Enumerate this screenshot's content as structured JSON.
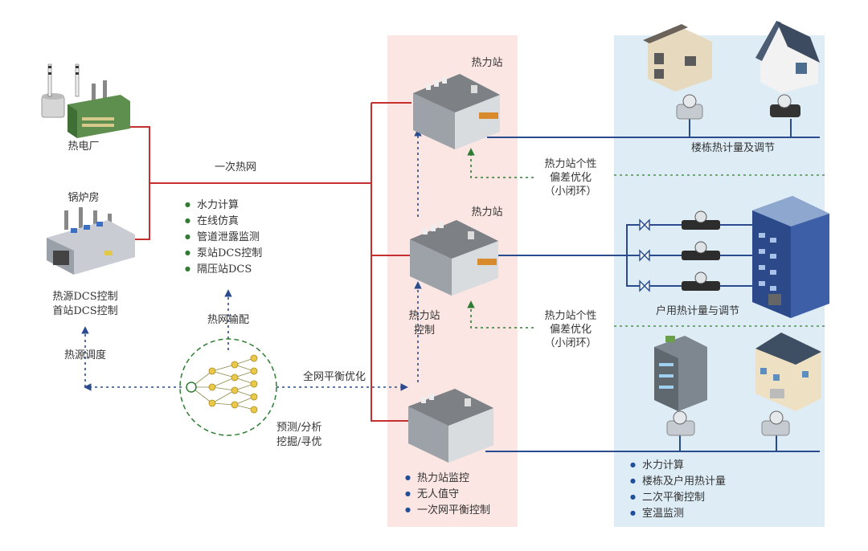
{
  "labels": {
    "power_plant": "热电厂",
    "boiler_room": "锅炉房",
    "primary_network": "一次热网",
    "source_control": [
      "热源DCS控制",
      "首站DCS控制"
    ],
    "network_distribution": "热网输配",
    "source_dispatch": "热源调度",
    "global_balance": "全网平衡优化",
    "prediction": [
      "预测/分析",
      "挖掘/寻优"
    ],
    "station_top": "热力站",
    "station_mid": "热力站",
    "station_control": [
      "热力站",
      "控制"
    ],
    "deviation_opt_1": [
      "热力站个性",
      "偏差优化",
      "（小闭环）"
    ],
    "deviation_opt_2": [
      "热力站个性",
      "偏差优化",
      "（小闭环）"
    ],
    "building_metering": "楼栋热计量及调节",
    "household_metering": "户用热计量与调节"
  },
  "network_functions": [
    "水力计算",
    "在线仿真",
    "管道泄露监测",
    "泵站DCS控制",
    "隔压站DCS"
  ],
  "station_functions": [
    "热力站监控",
    "无人值守",
    "一次网平衡控制"
  ],
  "user_functions": [
    "水力计算",
    "楼栋及户用热计量",
    "二次平衡控制",
    "室温监测"
  ],
  "colors": {
    "primary_pipe": "#c62f2f",
    "secondary_pipe": "#2a4c8e",
    "dispatch_arrow": "#2a4c8e",
    "optimization_arrow": "#2e7d32",
    "station_zone": "#fbe6e3",
    "user_zone": "#ddecf5"
  }
}
